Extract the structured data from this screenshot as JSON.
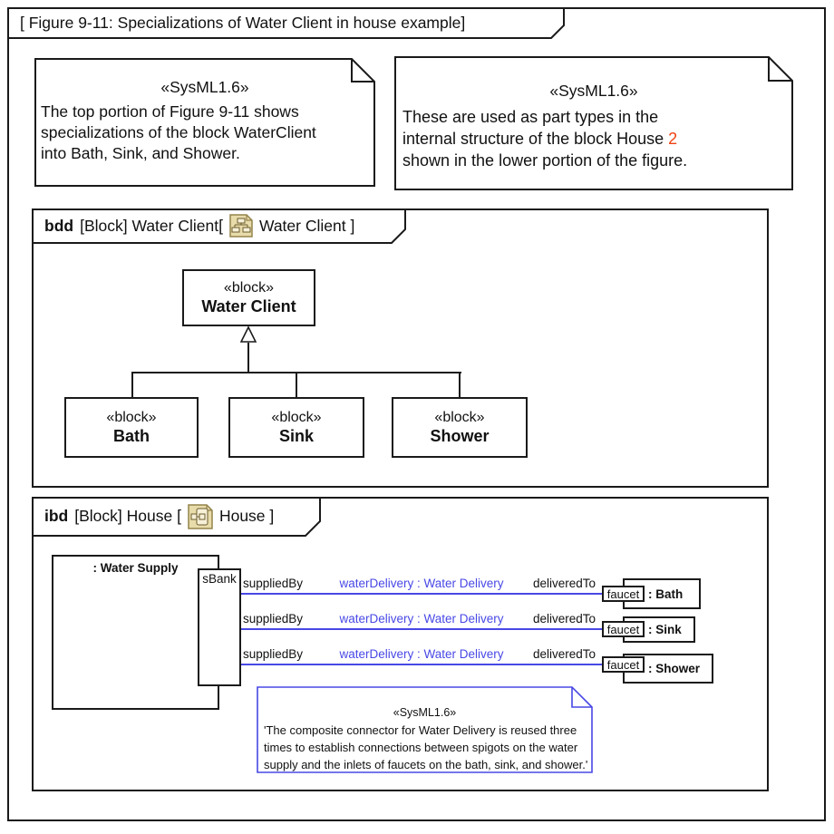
{
  "figure_title": "[ Figure 9-11: Specializations of Water Client in house example]",
  "note_left": {
    "stereotype": "«SysML1.6»",
    "line1": "The top portion of Figure 9-11 shows",
    "line2": "specializations of the block WaterClient",
    "line3": "into Bath, Sink, and Shower."
  },
  "note_right": {
    "stereotype": "«SysML1.6»",
    "line1": "These are used as part types in the",
    "line2_before": "internal structure of the block House ",
    "line2_number": "2",
    "line3": "shown in the lower portion of the figure."
  },
  "bdd": {
    "keyword": "bdd",
    "header_text": "[Block] Water Client[",
    "header_diagram": "Water Client ]",
    "icon": "bdd-diagram-icon",
    "parent_block": {
      "stereotype": "«block»",
      "name": "Water Client"
    },
    "children": [
      {
        "stereotype": "«block»",
        "name": "Bath"
      },
      {
        "stereotype": "«block»",
        "name": "Sink"
      },
      {
        "stereotype": "«block»",
        "name": "Shower"
      }
    ]
  },
  "ibd": {
    "keyword": "ibd",
    "header_text": "[Block] House [",
    "header_diagram": "House ]",
    "icon": "ibd-diagram-icon",
    "water_supply_label": ": Water Supply",
    "bank_port_label": "sBank",
    "connectors": [
      {
        "from_role": "suppliedBy",
        "name": "waterDelivery : Water Delivery",
        "to_role": "deliveredTo",
        "port": "faucet",
        "part": ": Bath"
      },
      {
        "from_role": "suppliedBy",
        "name": "waterDelivery : Water Delivery",
        "to_role": "deliveredTo",
        "port": "faucet",
        "part": ": Sink"
      },
      {
        "from_role": "suppliedBy",
        "name": "waterDelivery : Water Delivery",
        "to_role": "deliveredTo",
        "port": "faucet",
        "part": ": Shower"
      }
    ],
    "note": {
      "stereotype": "«SysML1.6»",
      "line1": "'The composite connector for Water Delivery is reused three",
      "line2": "times to establish connections between spigots on the water",
      "line3": "supply and the inlets of faucets on the bath, sink, and shower.'"
    }
  },
  "colors": {
    "connector_blue": "#4848e6",
    "note_border_blue": "#4848e6",
    "highlight_red": "#f04314",
    "icon_tan_fill": "#e9dcab",
    "icon_tan_border": "#94834b",
    "line_black": "#1a1a1a"
  }
}
